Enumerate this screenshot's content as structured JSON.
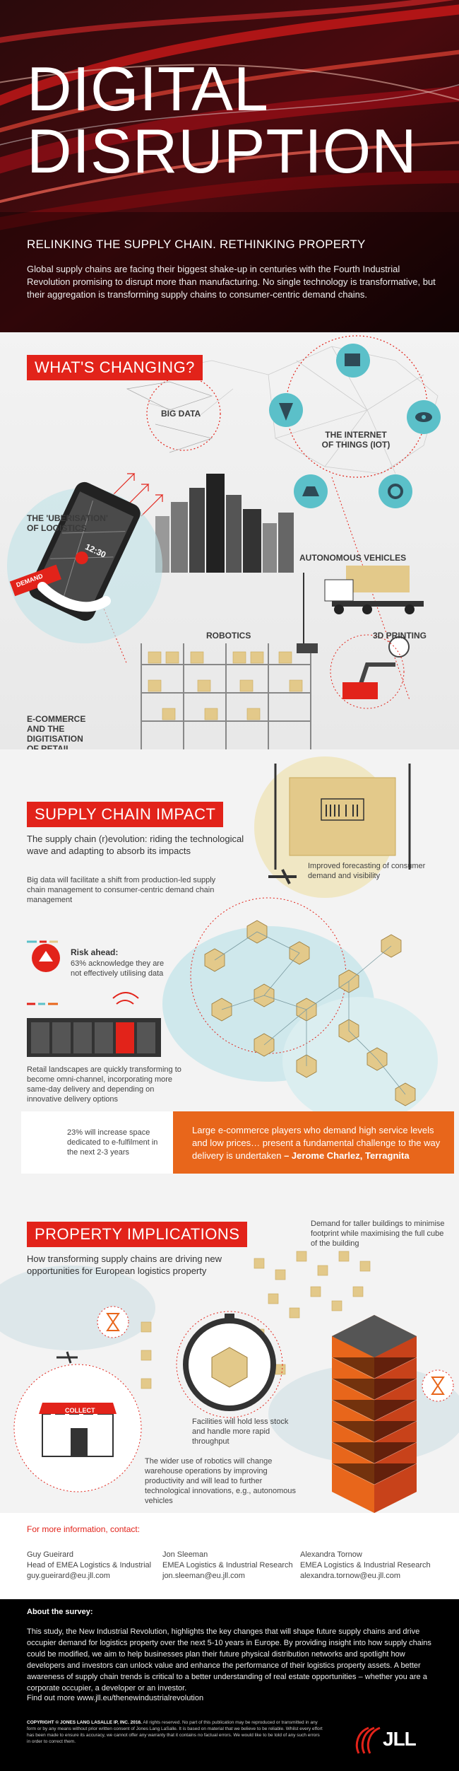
{
  "hero": {
    "title_line1": "DIGITAL",
    "title_line2": "DISRUPTION",
    "subtitle": "RELINKING THE SUPPLY CHAIN. RETHINKING PROPERTY",
    "intro": "Global supply chains are facing their biggest shake-up in centuries with the Fourth Industrial Revolution promising to disrupt more than manufacturing. No single technology is transformative, but their aggregation is transforming supply chains to consumer-centric demand chains."
  },
  "whats_changing": {
    "label": "WHAT'S CHANGING?",
    "big_data": "BIG DATA",
    "iot_line1": "THE INTERNET",
    "iot_line2": "OF THINGS (IOT)",
    "uberisation_line1": "THE 'UBERISATION'",
    "uberisation_line2": "OF LOGISTICS",
    "autonomous": "AUTONOMOUS VEHICLES",
    "robotics": "ROBOTICS",
    "printing": "3D PRINTING",
    "ecommerce_line1": "E-COMMERCE",
    "ecommerce_line2": "AND THE",
    "ecommerce_line3": "DIGITISATION",
    "ecommerce_line4": "OF RETAIL",
    "phone_time": "12:30",
    "phone_tag": "DEMAND"
  },
  "supply_chain": {
    "label": "SUPPLY CHAIN IMPACT",
    "lead": "The supply chain (r)evolution: riding the technological wave and adapting to absorb its impacts",
    "big_data_text": "Big data will facilitate a shift from production-led supply chain management to consumer-centric demand chain management",
    "forecasting": "Improved forecasting of consumer demand and visibility",
    "risk_title": "Risk ahead:",
    "risk_text": "63% acknowledge they are not effectively utilising data",
    "retail_text": "Retail landscapes are quickly transforming to become omni-channel, incorporating more same-day delivery and depending on innovative delivery options",
    "space_text": "23% will increase space dedicated to e-fulfilment in the next 2-3 years",
    "quote": "Large e-commerce players who demand high service levels and low prices… present a fundamental challenge to the way delivery is undertaken",
    "quote_author": "– Jerome Charlez, Terragnita"
  },
  "property": {
    "label": "PROPERTY IMPLICATIONS",
    "lead": "How transforming supply chains are driving new opportunities for European logistics property",
    "taller": "Demand for taller buildings to minimise footprint while maximising the full cube of the building",
    "facilities": "Facilities will hold less stock and handle more rapid throughput",
    "robotics": "The wider use of robotics will change warehouse operations by improving productivity and will lead to further technological innovations, e.g., autonomous vehicles",
    "collect": "COLLECT"
  },
  "contacts": {
    "heading": "For more information, contact:",
    "people": [
      {
        "name": "Guy Gueirard",
        "role": "Head of EMEA Logistics & Industrial",
        "email": "guy.gueirard@eu.jll.com"
      },
      {
        "name": "Jon Sleeman",
        "role": "EMEA Logistics & Industrial Research",
        "email": "jon.sleeman@eu.jll.com"
      },
      {
        "name": "Alexandra Tornow",
        "role": "EMEA Logistics & Industrial Research",
        "email": "alexandra.tornow@eu.jll.com"
      }
    ]
  },
  "survey": {
    "heading": "About the survey:",
    "body": "This study, the New Industrial Revolution, highlights the key changes that will shape future supply chains and drive occupier demand for logistics property over the next 5-10 years in Europe. By providing insight into how supply chains could be modified, we aim to help businesses plan their future physical distribution networks and spotlight how developers and investors can unlock value and enhance the performance of their logistics property assets. A better awareness of supply chain trends is critical to a better understanding of real estate opportunities – whether you are a corporate occupier, a developer or an investor.",
    "link": "Find out more www.jll.eu/thenewindustrialrevolution",
    "copyright_label": "COPYRIGHT © JONES LANG LASALLE IP, INC. 2016.",
    "copyright": "All rights reserved. No part of this publication may be reproduced or transmitted in any form or by any means without prior written consent of Jones Lang LaSalle. It is based on material that we believe to be reliable. Whilst every effort has been made to ensure its accuracy, we cannot offer any warranty that it contains no factual errors. We would like to be told of any such errors in order to correct them.",
    "logo": "JLL"
  },
  "colors": {
    "brand_red": "#e2231a",
    "orange": "#e8661b",
    "teal": "#5bc0c9",
    "box": "#e3c98a"
  }
}
